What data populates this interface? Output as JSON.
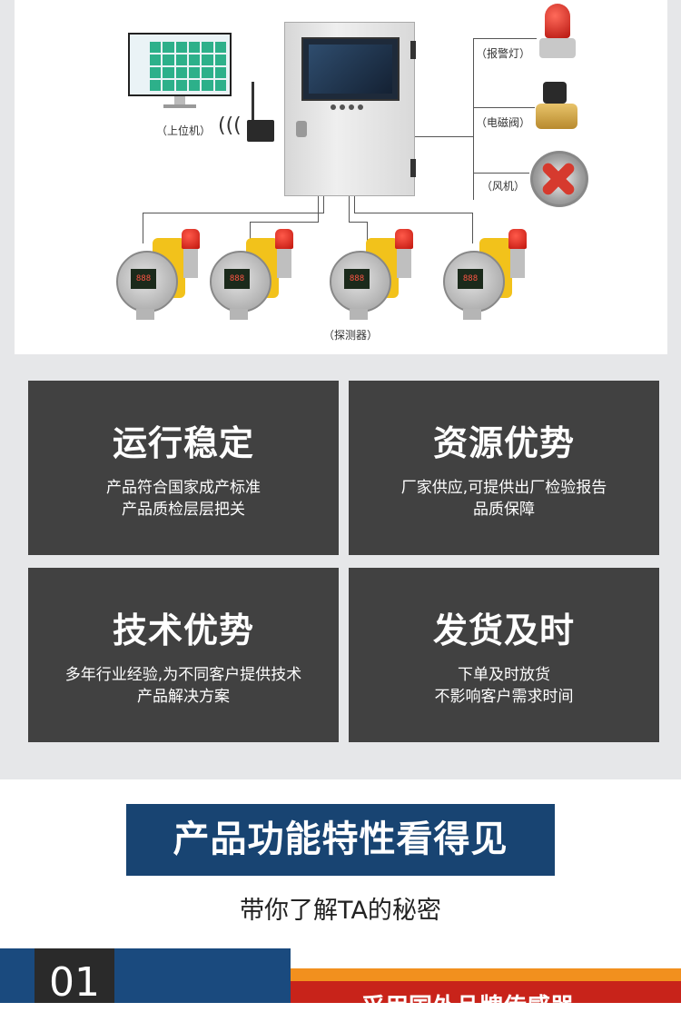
{
  "diagram": {
    "host_label": "（上位机）",
    "alarm_lamp_label": "（报警灯）",
    "valve_label": "（电磁阀）",
    "fan_label": "（风机）",
    "detector_label": "（探测器）",
    "detector_display": "888"
  },
  "features": [
    {
      "title": "运行稳定",
      "line1": "产品符合国家成产标准",
      "line2": "产品质检层层把关"
    },
    {
      "title": "资源优势",
      "line1": "厂家供应,可提供出厂检验报告",
      "line2": "品质保障"
    },
    {
      "title": "技术优势",
      "line1": "多年行业经验,为不同客户提供技术",
      "line2": "产品解决方案"
    },
    {
      "title": "发货及时",
      "line1": "下单及时放货",
      "line2": "不影响客户需求时间"
    }
  ],
  "banner": {
    "title": "产品功能特性看得见",
    "subtitle": "带你了解TA的秘密"
  },
  "section": {
    "number": "01",
    "title": "采用国外品牌传感器"
  },
  "colors": {
    "card_bg": "#414141",
    "banner_bg": "#184472",
    "accent_orange": "#f2901e",
    "accent_red": "#c8231a"
  }
}
